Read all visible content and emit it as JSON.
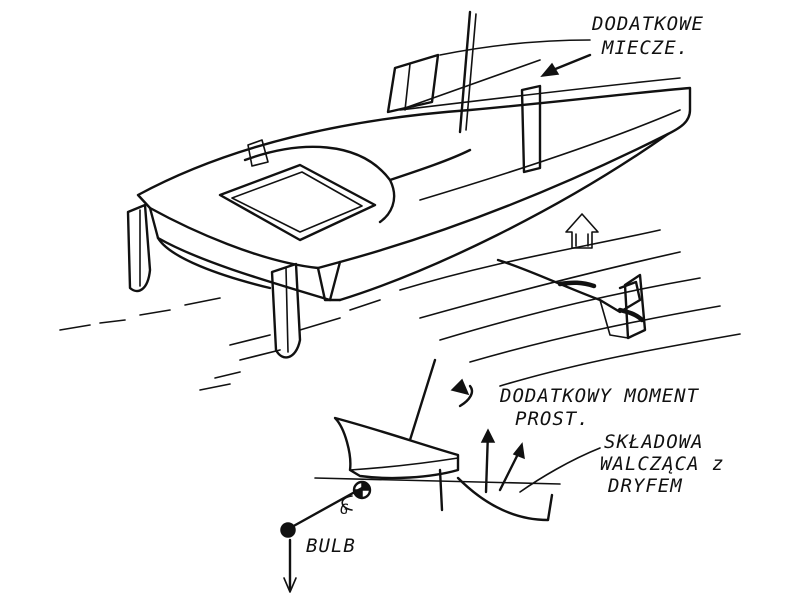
{
  "labels": {
    "extra_daggerboards_line1": "DODATKOWE",
    "extra_daggerboards_line2": "MIECZE.",
    "extra_moment_line1": "DODATKOWY MOMENT",
    "extra_moment_line2": "PROST.",
    "component_line1": "SKŁADOWA",
    "component_line2": "WALCZĄCA z",
    "component_line3": "DRYFEM",
    "bulb": "BULB",
    "cg": "G"
  },
  "colors": {
    "ink": "#111111",
    "paper": "#ffffff"
  }
}
